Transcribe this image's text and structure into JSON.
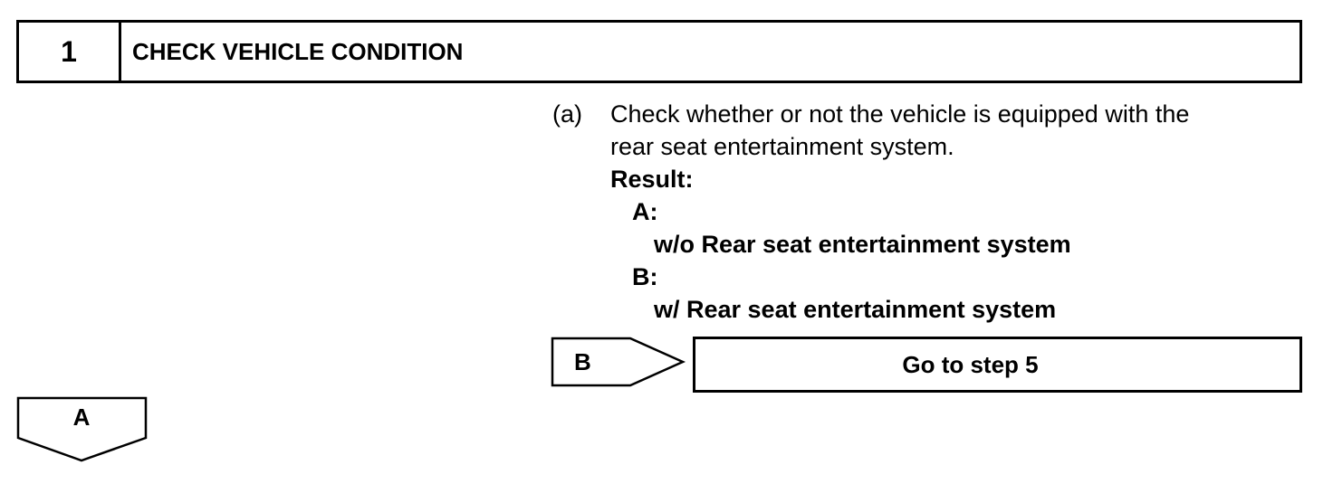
{
  "step": {
    "number": "1",
    "title": "CHECK VEHICLE CONDITION"
  },
  "instruction": {
    "marker": "(a)",
    "line1": "Check whether or not the vehicle is equipped with the",
    "line2": "rear seat entertainment system.",
    "result_label": "Result:",
    "results": [
      {
        "letter": "A:",
        "desc": "w/o Rear seat entertainment system"
      },
      {
        "letter": "B:",
        "desc": "w/ Rear seat entertainment system"
      }
    ]
  },
  "branches": {
    "b_label": "B",
    "b_target": "Go to step 5",
    "a_label": "A"
  }
}
